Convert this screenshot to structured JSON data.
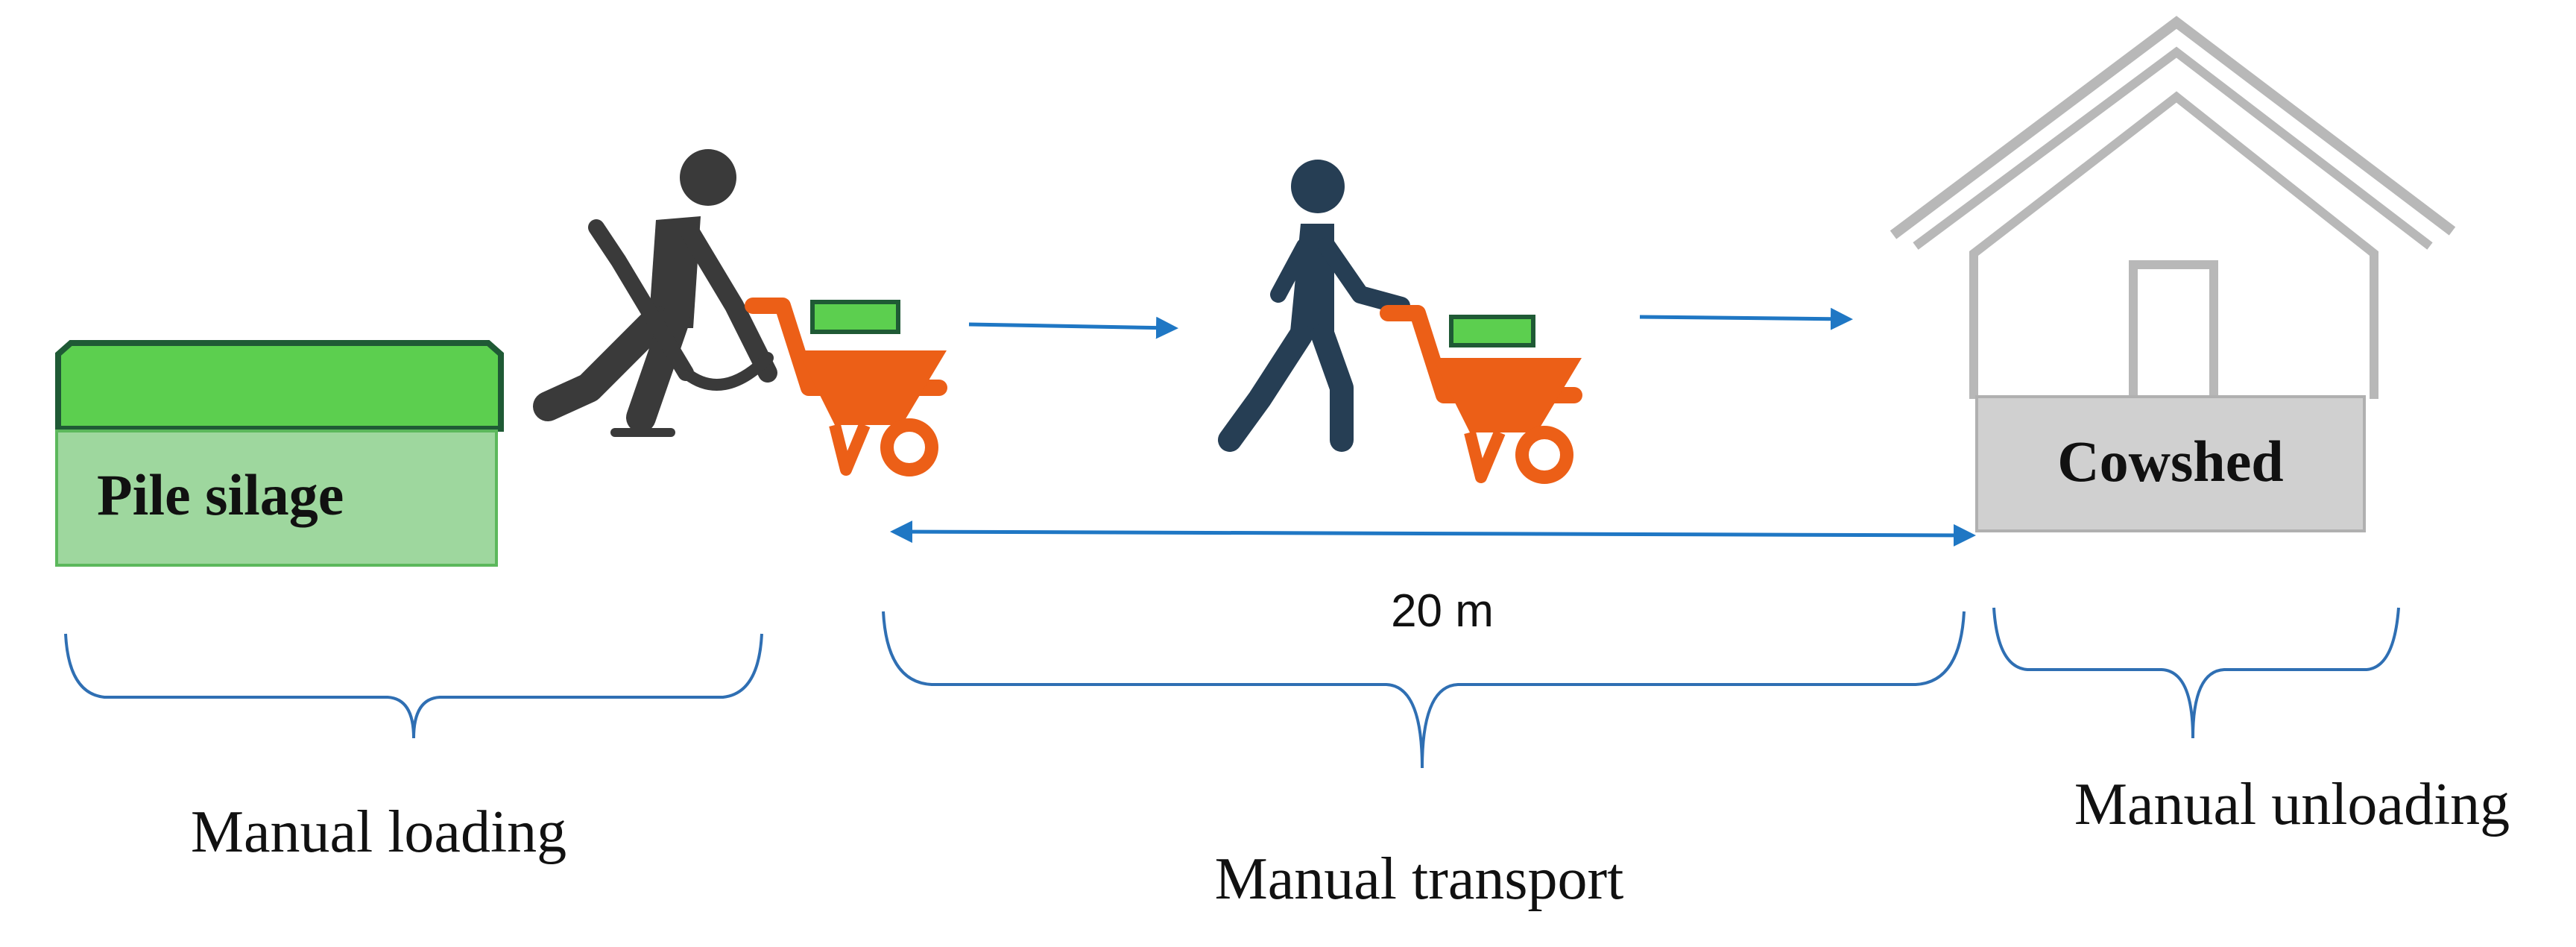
{
  "labels": {
    "pile": "Pile silage",
    "cowshed": "Cowshed",
    "distance": "20 m",
    "loading": "Manual loading",
    "transport": "Manual transport",
    "unloading": "Manual unloading"
  },
  "icons": {
    "loader": "person-shoveling-icon",
    "walker": "person-pushing-cart-icon",
    "cart": "wheelbarrow-icon",
    "house": "cowshed-house-icon"
  },
  "colors": {
    "silage_top": "#5ccf4f",
    "silage_body": "#9ed79e",
    "silage_border": "#1f5a35",
    "silage_body_border": "#5cb85c",
    "loader": "#3a3a3a",
    "walker": "#263e54",
    "cart": "#ec5f17",
    "cart_load": "#5ccf4f",
    "cart_load_border": "#1f5a35",
    "arrow": "#1f77c4",
    "brace": "#2f6fb3",
    "house_outline": "#b8b8b8",
    "cowshed_base": "#d0d0d0",
    "text": "#111111"
  }
}
